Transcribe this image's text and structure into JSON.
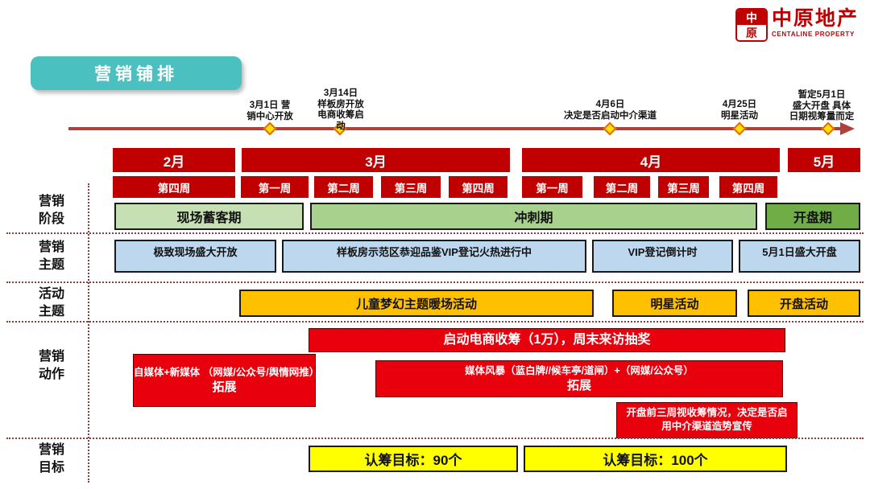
{
  "logo": {
    "seal_top": "中",
    "seal_bottom": "原",
    "name": "中原地产",
    "tagline": "CENTALINE PROPERTY"
  },
  "title": "营销铺排",
  "timeline": {
    "milestones": [
      {
        "label": "3月1日 营\n销中心开放"
      },
      {
        "label": "3月14日\n样板房开放\n电商收筹启\n动"
      },
      {
        "label": "4月6日\n决定是否启动中介渠道"
      },
      {
        "label": "4月25日\n明星活动"
      },
      {
        "label": "暂定5月1日\n盛大开盘 具体\n日期视筹量而定"
      }
    ]
  },
  "calendar": {
    "months": [
      {
        "label": "2月"
      },
      {
        "label": "3月"
      },
      {
        "label": "4月"
      },
      {
        "label": "5月"
      }
    ],
    "weeks": [
      {
        "label": "第四周"
      },
      {
        "label": "第一周"
      },
      {
        "label": "第二周"
      },
      {
        "label": "第三周"
      },
      {
        "label": "第四周"
      },
      {
        "label": "第一周"
      },
      {
        "label": "第二周"
      },
      {
        "label": "第三周"
      },
      {
        "label": "第四周"
      }
    ]
  },
  "rows": {
    "stage_label": "营销\n阶段",
    "theme_label": "营销\n主题",
    "activity_label": "活动\n主题",
    "action_label": "营销\n动作",
    "goal_label": "营销\n目标"
  },
  "stages": [
    {
      "label": "现场蓄客期"
    },
    {
      "label": "冲刺期"
    },
    {
      "label": "开盘期"
    }
  ],
  "themes": [
    {
      "label": "极致现场盛大开放"
    },
    {
      "label": "样板房示范区恭迎品鉴VIP登记火热进行中"
    },
    {
      "label": "VIP登记倒计时"
    },
    {
      "label": "5月1日盛大开盘"
    }
  ],
  "activities": [
    {
      "label": "儿童梦幻主题暖场活动"
    },
    {
      "label": "明星活动"
    },
    {
      "label": "开盘活动"
    }
  ],
  "actions": [
    {
      "text": "自媒体+新媒体 （网媒/公众号/舆情网推）",
      "emphasis": "拓展"
    },
    {
      "text": "启动电商收筹（1万），周末来访抽奖"
    },
    {
      "text": "媒体风暴（蓝白牌//候车亭/道闸）+（网媒/公众号）",
      "emphasis": "拓展"
    },
    {
      "text": "开盘前三周视收筹情况，决定是否启用中介渠道造势宣传"
    }
  ],
  "goals": [
    {
      "label": "认筹目标：90个"
    },
    {
      "label": "认筹目标：100个"
    }
  ],
  "colors": {
    "month_red": "#c00000",
    "action_red": "#e8000d",
    "stage_light": "#c6e0b4",
    "stage_mid": "#a9d18e",
    "stage_dark": "#70ad47",
    "theme_blue": "#bdd7ee",
    "activity_orange": "#ffc000",
    "goal_yellow": "#ffff00",
    "title_teal": "#4bc0c0",
    "timeline_red": "#b0413a",
    "dotted": "#8f3f3b",
    "diamond_fill": "#ffe100",
    "diamond_border": "#e36c09",
    "logo_red": "#c00000"
  }
}
